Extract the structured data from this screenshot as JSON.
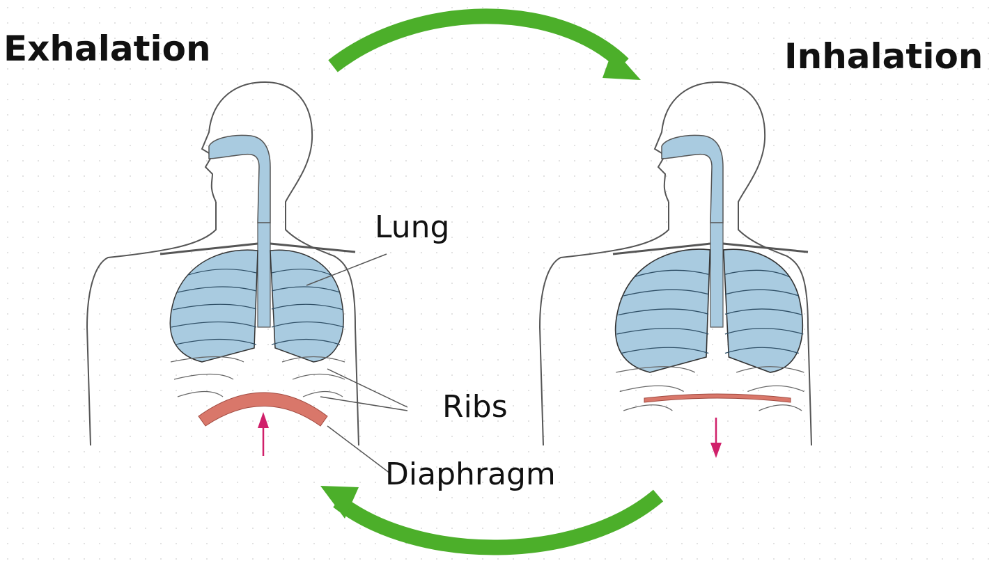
{
  "titles": {
    "left": "Exhalation",
    "right": "Inhalation"
  },
  "labels": {
    "lung": "Lung",
    "ribs": "Ribs",
    "diaphragm": "Diaphragm"
  },
  "colors": {
    "lung": "#a9cbe0",
    "diaphragm": "#d9776a",
    "cycle_arrow": "#4caf2a",
    "movement_arrow": "#d0206a",
    "outline": "#555555"
  }
}
